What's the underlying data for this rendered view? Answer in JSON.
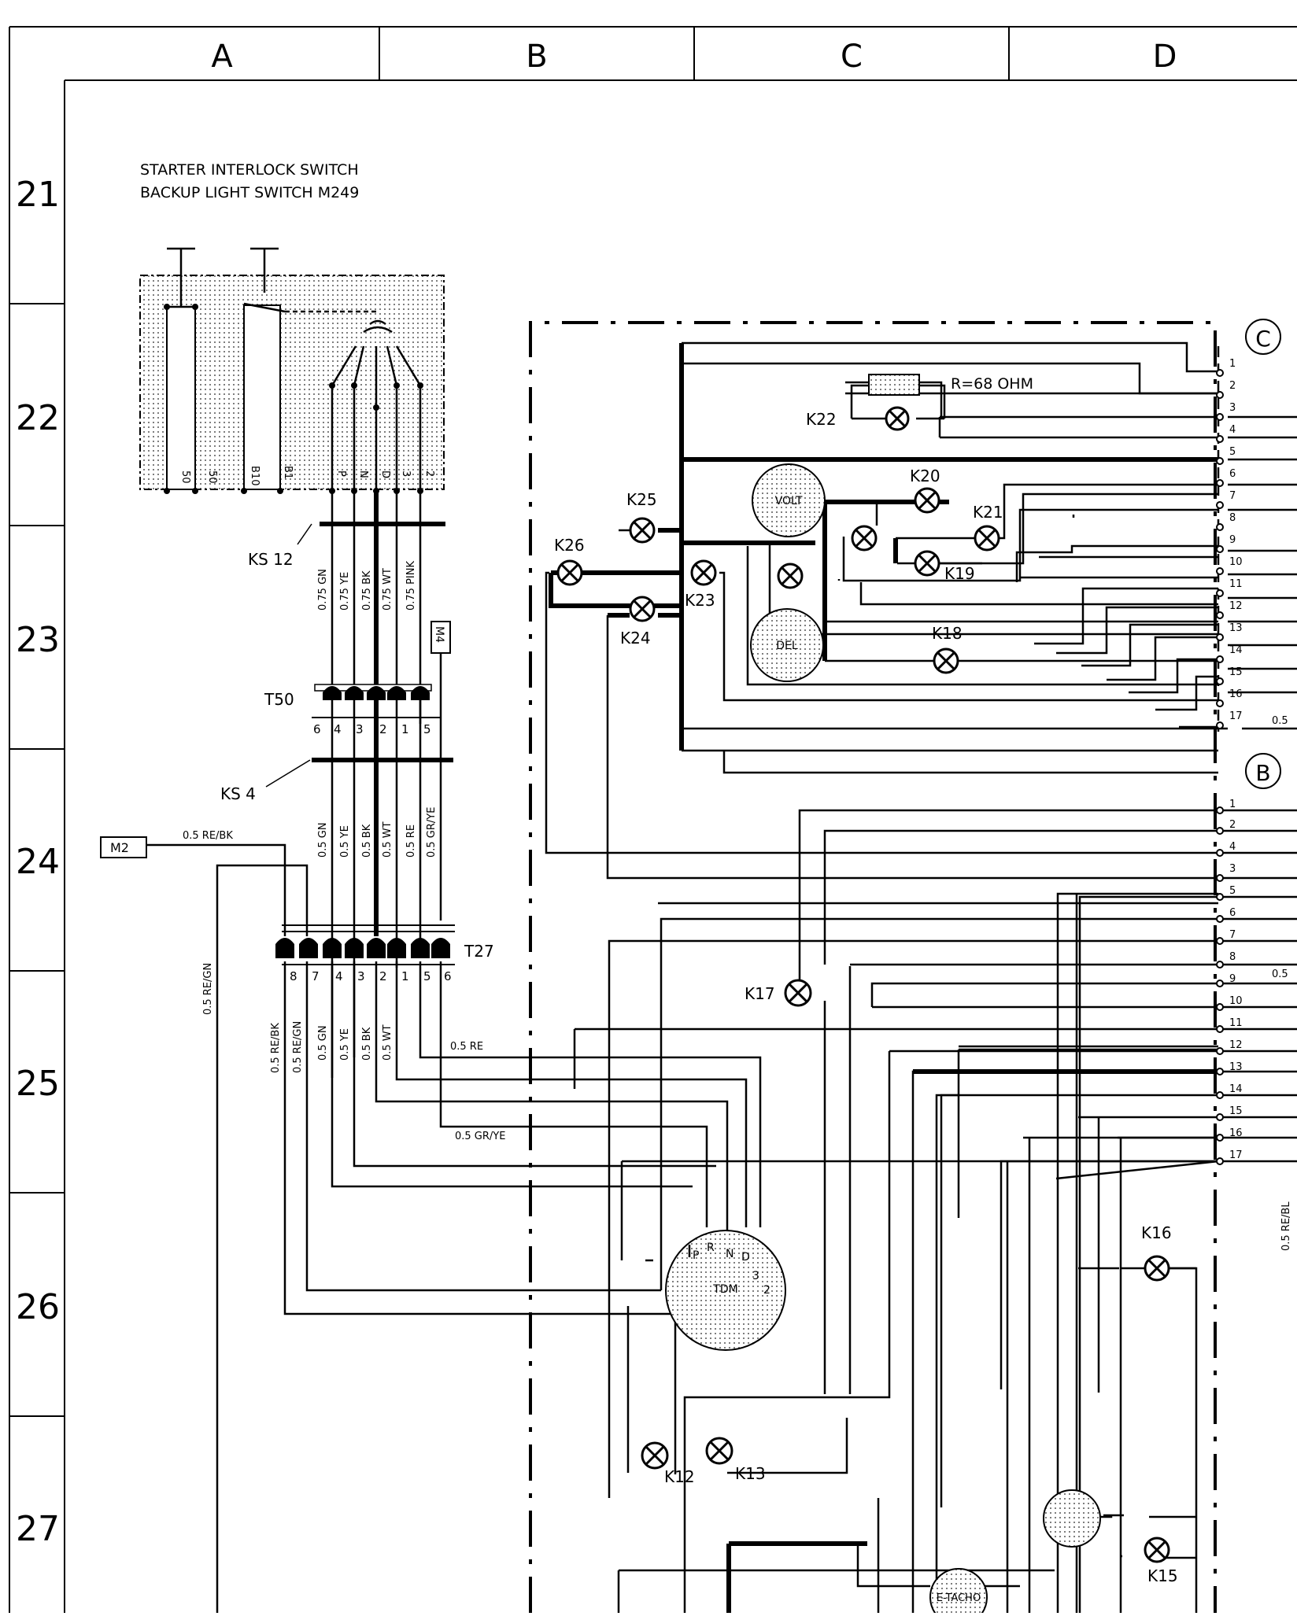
{
  "columns": [
    "A",
    "B",
    "C",
    "D"
  ],
  "rows": [
    "21",
    "22",
    "23",
    "24",
    "25",
    "26",
    "27"
  ],
  "component_title": [
    "STARTER INTERLOCK SWITCH",
    "BACKUP LIGHT SWITCH M249"
  ],
  "switch_pins": [
    "50",
    "50",
    "B10",
    "B1",
    "P",
    "N",
    "D",
    "3",
    "2"
  ],
  "connectors": {
    "ks12": "KS 12",
    "ks4": "KS 4",
    "t50": "T50",
    "t27": "T27",
    "m2": "M2",
    "m4": "M4"
  },
  "t50_pins": [
    "6",
    "4",
    "3",
    "2",
    "1",
    "5"
  ],
  "t27_pins": [
    "8",
    "7",
    "4",
    "3",
    "2",
    "1",
    "5",
    "6"
  ],
  "wires_ks12": [
    "0.75 GN",
    "0.75 YE",
    "0.75 BK",
    "0.75 WT",
    "0.75 PINK"
  ],
  "wires_ks4": [
    "0.5 GN",
    "0.5 YE",
    "0.5 BK",
    "0.5 WT",
    "0.5 RE",
    "0.5 GR/YE"
  ],
  "wires_t27": [
    "0.5 RE/BK",
    "0.5 RE/GN",
    "0.5 GN",
    "0.5 YE",
    "0.5 BK",
    "0.5 WT"
  ],
  "wire_labels": {
    "m2_wire": "0.5 RE/BK",
    "left_wire": "0.5 RE/GN",
    "re_wire": "0.5 RE",
    "grye_wire": "0.5 GR/YE",
    "right_c": "0.5",
    "right_b": "0.5",
    "right_vert": "0.5 RE/BL"
  },
  "resistor": "R=68 OHM",
  "lamps": {
    "K12": "K12",
    "K13": "K13",
    "K15": "K15",
    "K16": "K16",
    "K17": "K17",
    "K18": "K18",
    "K19": "K19",
    "K20": "K20",
    "K21": "K21",
    "K22": "K22",
    "K23": "K23",
    "K24": "K24",
    "K25": "K25",
    "K26": "K26"
  },
  "gauges": {
    "volt": "VOLT",
    "del": "DEL",
    "tdm": "TDM",
    "etacho": "E-TACHO"
  },
  "tdm_pins": [
    "P",
    "R",
    "N",
    "D",
    "3",
    "2"
  ],
  "plug_c": "C",
  "plug_b": "B",
  "plug_c_pins": [
    "1",
    "2",
    "3",
    "4",
    "5",
    "6",
    "7",
    "8",
    "9",
    "10",
    "11",
    "12",
    "13",
    "14",
    "15",
    "16",
    "17"
  ],
  "plug_b_pins": [
    "1",
    "2",
    "4",
    "3",
    "5",
    "6",
    "7",
    "8",
    "9",
    "10",
    "11",
    "12",
    "13",
    "14",
    "15",
    "16",
    "17"
  ]
}
